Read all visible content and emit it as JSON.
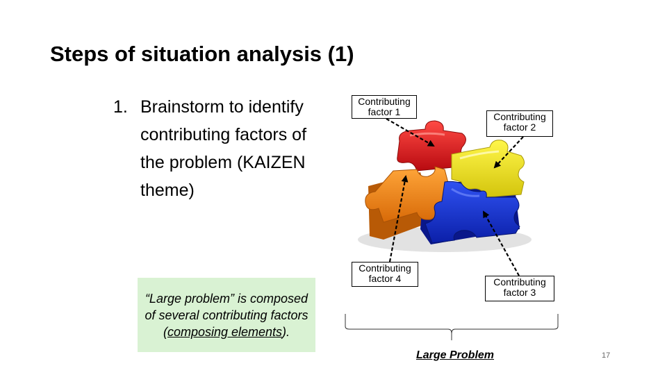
{
  "slide": {
    "title": "Steps of situation analysis (1)",
    "page_number": "17"
  },
  "bullet": {
    "number": "1.",
    "text": "Brainstorm to identify contributing factors of the problem (KAIZEN theme)"
  },
  "note": {
    "line1": "“Large problem” is composed of several contributing factors (",
    "underlined": "composing elements",
    "line_end": ")."
  },
  "diagram": {
    "factor1": "Contributing factor 1",
    "factor2": "Contributing factor 2",
    "factor3": "Contributing factor 3",
    "factor4": "Contributing factor 4",
    "large_problem": "Large Problem",
    "piece_colors": {
      "red": "#e8141b",
      "yellow": "#f4ea1c",
      "orange": "#f58a16",
      "blue": "#1230d6"
    }
  }
}
